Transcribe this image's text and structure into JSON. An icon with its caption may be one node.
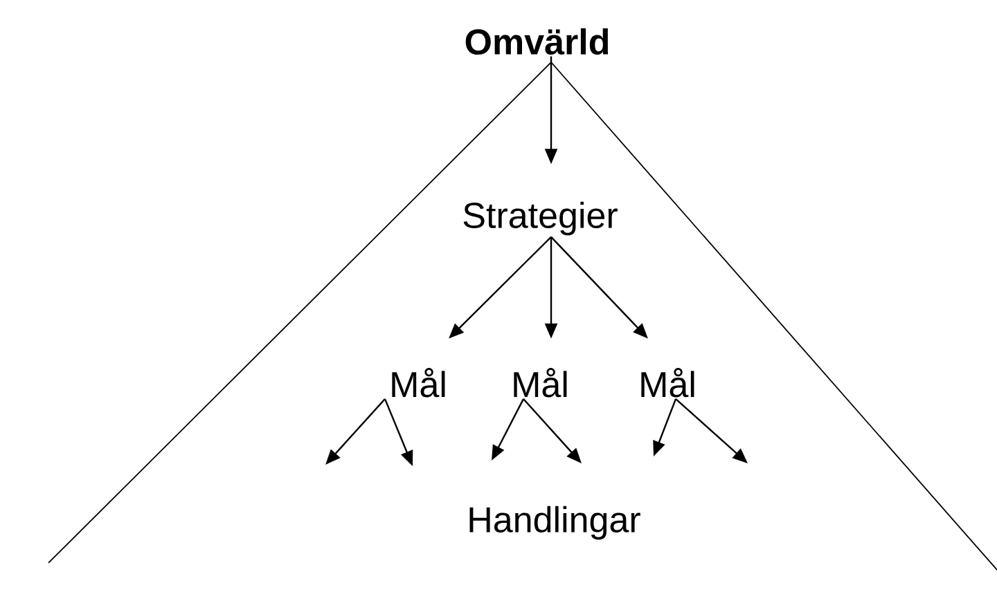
{
  "diagram": {
    "nodes": [
      {
        "text": [
          "Omvärld"
        ]
      },
      {
        "text": [
          "Strategier"
        ]
      },
      {
        "text": [
          "Mål"
        ]
      },
      {
        "text": [
          "Mål"
        ]
      },
      {
        "text": [
          "Mål"
        ]
      },
      {
        "text": [
          "Handlingar"
        ]
      }
    ],
    "edges": [
      {
        "from": 0,
        "to": 1,
        "arrow": "to"
      },
      {
        "from": 1,
        "to": 2,
        "arrow": "to"
      },
      {
        "from": 1,
        "to": 3,
        "arrow": "to"
      },
      {
        "from": 1,
        "to": 4,
        "arrow": "to"
      },
      {
        "from": 2,
        "to": null,
        "arrow": "to"
      },
      {
        "from": 2,
        "to": null,
        "arrow": "to"
      },
      {
        "from": 3,
        "to": null,
        "arrow": "to"
      },
      {
        "from": 3,
        "to": null,
        "arrow": "to"
      },
      {
        "from": 4,
        "to": null,
        "arrow": "to"
      },
      {
        "from": 4,
        "to": null,
        "arrow": "to"
      }
    ]
  }
}
